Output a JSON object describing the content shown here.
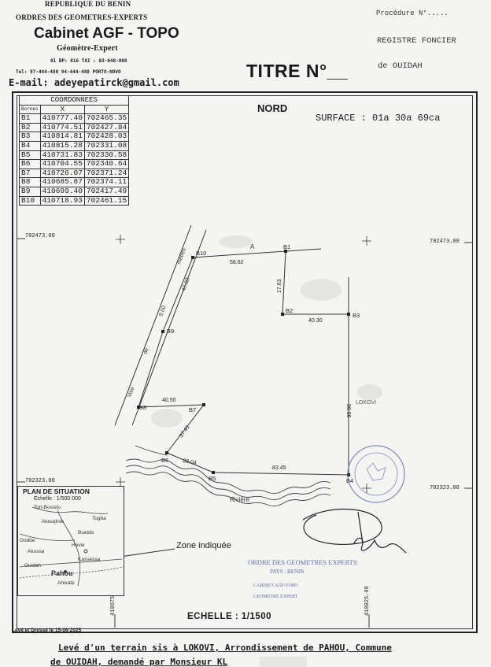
{
  "header": {
    "country": "REPUBLIQUE DU BENIN",
    "order": "ORDRES DES GEOMETRES-EXPERTS",
    "cabinet": "Cabinet AGF - TOPO",
    "profession": "Géomètre-Expert",
    "bp_line": "01 BP: 816 TAI : 03-048-808",
    "tel_line": "Tel: 97-444-480 94-444-480 PORTO-NOVO",
    "email_label": "E-mail:",
    "email": "adeyepatirck@gmail.com"
  },
  "titre": "TITRE N°__",
  "right_notes": {
    "procedure": "Procédure N°.....",
    "registre": "REGISTRE FONCIER",
    "lieu": "de OUIDAH"
  },
  "coord_table": {
    "caption": "COORDONNEES",
    "col_borne": "Bornes",
    "col_x": "X",
    "col_y": "Y",
    "rows": [
      {
        "b": "B1",
        "x": "410777.40",
        "y": "702465.35"
      },
      {
        "b": "B2",
        "x": "410774.51",
        "y": "702427.84"
      },
      {
        "b": "B3",
        "x": "410814.81",
        "y": "702428.03"
      },
      {
        "b": "B4",
        "x": "410815.28",
        "y": "702331.08"
      },
      {
        "b": "B5",
        "x": "410731.83",
        "y": "702330.58"
      },
      {
        "b": "B6",
        "x": "410704.55",
        "y": "702340.64"
      },
      {
        "b": "B7",
        "x": "410726.07",
        "y": "702371.24"
      },
      {
        "b": "B8",
        "x": "410685.87",
        "y": "702374.11"
      },
      {
        "b": "B9",
        "x": "410699.40",
        "y": "702417.49"
      },
      {
        "b": "B10",
        "x": "410718.93",
        "y": "702461.15"
      }
    ]
  },
  "plan": {
    "nord": "NORD",
    "surface": "SURFACE : 01a 30a 69ca",
    "coord_top": "702473.00",
    "coord_bottom": "702323.00",
    "coord_x_left": "410675.00",
    "coord_x_right": "410825.00",
    "bornes": [
      "B1",
      "B2",
      "B3",
      "B4",
      "B5",
      "B6",
      "B7",
      "B8",
      "B9",
      "B10"
    ],
    "distances": [
      "58.62",
      "17.63",
      "40.30",
      "96.96",
      "83.45",
      "28.04",
      "37.41",
      "40.50",
      "47.83"
    ],
    "voie_text": [
      "Voie",
      "de",
      "9.00",
      "mètres"
    ],
    "riviere": "Rivière",
    "a_label": "A",
    "lokovi": "LOKOVI"
  },
  "situation": {
    "title": "PLAN DE SITUATION",
    "scale": "Echelle : 1/500 000",
    "towns": [
      "Tori-Bossito",
      "Akouijinie",
      "Togba",
      "Bueido",
      "Hevie",
      "Godbe",
      "Akossa",
      "Kassessa",
      "Ouidah",
      "Pahou",
      "Ahixate"
    ]
  },
  "zone": "Zone indiquée",
  "echelle": "ECHELLE : 1/1500",
  "leve_date": "Levé et Dressé le 15-06-2025",
  "stamp": {
    "line1": "ORDRE DES GEOMETRES EXPERTS",
    "line2": "PAYS : BENIN",
    "line3": "CABINET AGF-TOPO",
    "line4": "GEOMETRE EXPERT"
  },
  "footer": {
    "line1": "Levé d'un terrain sis à LOKOVI, Arrondissement de PAHOU, Commune",
    "line2": "de OUIDAH, demandé par Monsieur KL"
  },
  "colors": {
    "ink": "#1a1a1a",
    "paper": "#f4f4f2",
    "stamp": "#5c6aa8",
    "plot": "#333333"
  }
}
